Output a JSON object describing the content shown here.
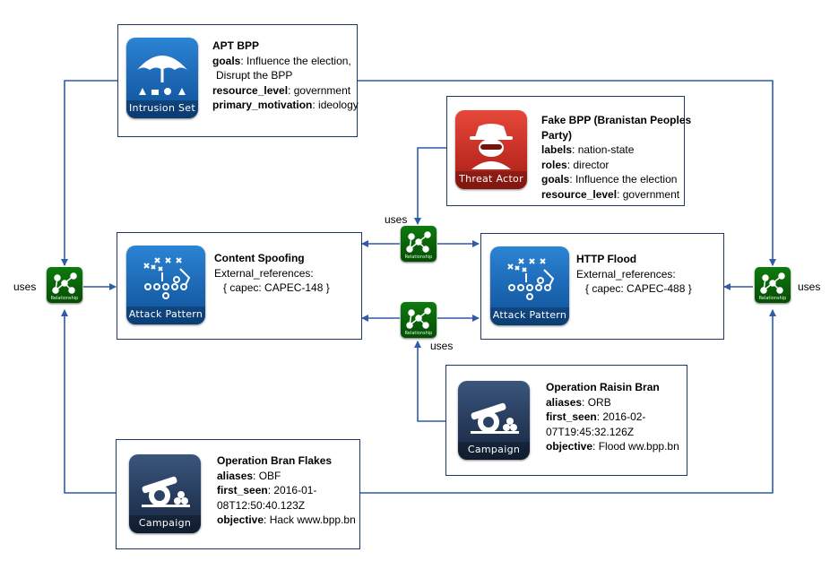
{
  "intrusion_set": {
    "icon_label": "Intrusion Set",
    "title": "APT BPP",
    "goals_key": "goals",
    "goals_value": ": Influence the election,",
    "goals_value2": "Disrupt the BPP",
    "resource_key": "resource_level",
    "resource_value": ": government",
    "motivation_key": "primary_motivation",
    "motivation_value": ": ideology"
  },
  "threat_actor": {
    "icon_label": "Threat Actor",
    "title": "Fake BPP  (Branistan Peoples",
    "title2": "Party)",
    "labels_key": "labels",
    "labels_value": ": nation-state",
    "roles_key": "roles",
    "roles_value": ": director",
    "goals_key": "goals",
    "goals_value": ": Influence the election",
    "resource_key": "resource_level",
    "resource_value": ": government"
  },
  "content_spoofing": {
    "icon_label": "Attack Pattern",
    "title": "Content Spoofing",
    "ext_ref": "External_references:",
    "capec": "{ capec: CAPEC-148 }"
  },
  "http_flood": {
    "icon_label": "Attack Pattern",
    "title": "HTTP Flood",
    "ext_ref": "External_references:",
    "capec": "{ capec: CAPEC-488 }"
  },
  "raisin_bran": {
    "icon_label": "Campaign",
    "title": "Operation Raisin Bran",
    "aliases_key": "aliases",
    "aliases_value": ": ORB",
    "first_seen_key": "first_seen",
    "first_seen_value": ": 2016-02-",
    "first_seen_value2": "07T19:45:32.126Z",
    "objective_key": "objective",
    "objective_value": ": Flood ww.bpp.bn"
  },
  "bran_flakes": {
    "icon_label": "Campaign",
    "title": "Operation Bran Flakes",
    "aliases_key": "aliases",
    "aliases_value": ":  OBF",
    "first_seen_key": "first_seen",
    "first_seen_value": ": 2016-01-",
    "first_seen_value2": "08T12:50:40.123Z",
    "objective_key": "objective",
    "objective_value": ": Hack www.bpp.bn"
  },
  "relationship_caption": "Relationship",
  "uses_label": "uses",
  "colors": {
    "connector": "#2f5ba8",
    "box_border": "#1f3864",
    "relationship_green": "#0e7a0e",
    "threat_actor_red": "#c8281e",
    "icon_blue": "#1f6fc4",
    "campaign_navy": "#20344f"
  }
}
